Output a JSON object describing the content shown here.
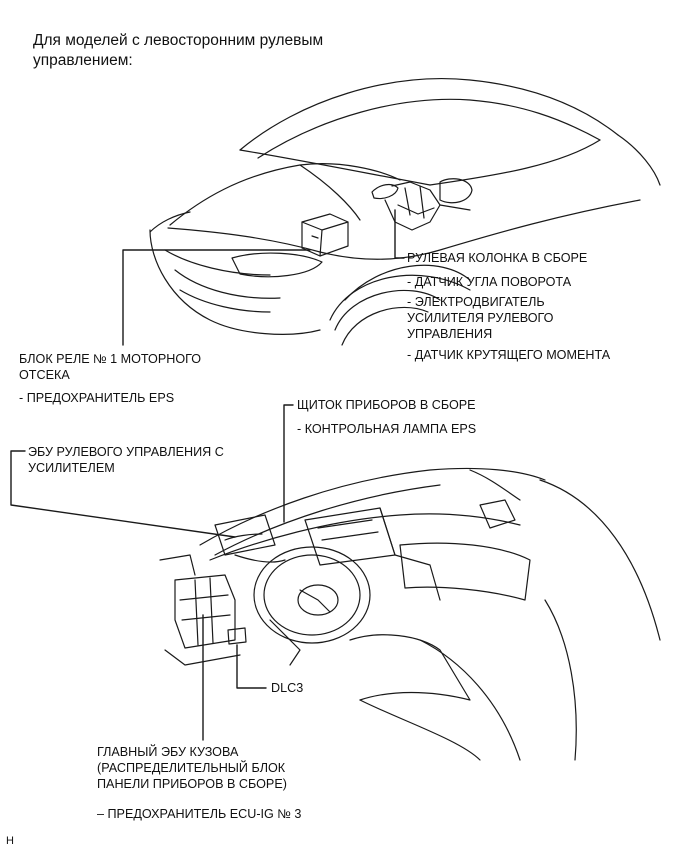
{
  "heading": "Для моделей с левосторонним рулевым управлением:",
  "labels": {
    "steering_column": {
      "title": "РУЛЕВАЯ КОЛОНКА В СБОРЕ",
      "items": [
        "- ДАТЧИК УГЛА ПОВОРОТА",
        "- ЭЛЕКТРОДВИГАТЕЛЬ\nУСИЛИТЕЛЯ РУЛЕВОГО\nУПРАВЛЕНИЯ",
        "- ДАТЧИК КРУТЯЩЕГО МОМЕНТА"
      ]
    },
    "engine_relay_block": {
      "title": "БЛОК РЕЛЕ № 1 МОТОРНОГО\nОТСЕКА",
      "items": [
        "- ПРЕДОХРАНИТЕЛЬ EPS"
      ]
    },
    "instrument_cluster": {
      "title": "ЩИТОК ПРИБОРОВ В СБОРЕ",
      "items": [
        "- КОНТРОЛЬНАЯ ЛАМПА EPS"
      ]
    },
    "eps_ecu": {
      "title": "ЭБУ РУЛЕВОГО УПРАВЛЕНИЯ С\nУСИЛИТЕЛЕМ"
    },
    "dlc3": {
      "title": "DLC3"
    },
    "main_body_ecu": {
      "title": "ГЛАВНЫЙ ЭБУ КУЗОВА\n(РАСПРЕДЕЛИТЕЛЬНЫЙ БЛОК\nПАНЕЛИ ПРИБОРОВ В СБОРЕ)",
      "items": [
        "– ПРЕДОХРАНИТЕЛЬ ECU-IG № 3"
      ]
    }
  },
  "figure_code": "H"
}
